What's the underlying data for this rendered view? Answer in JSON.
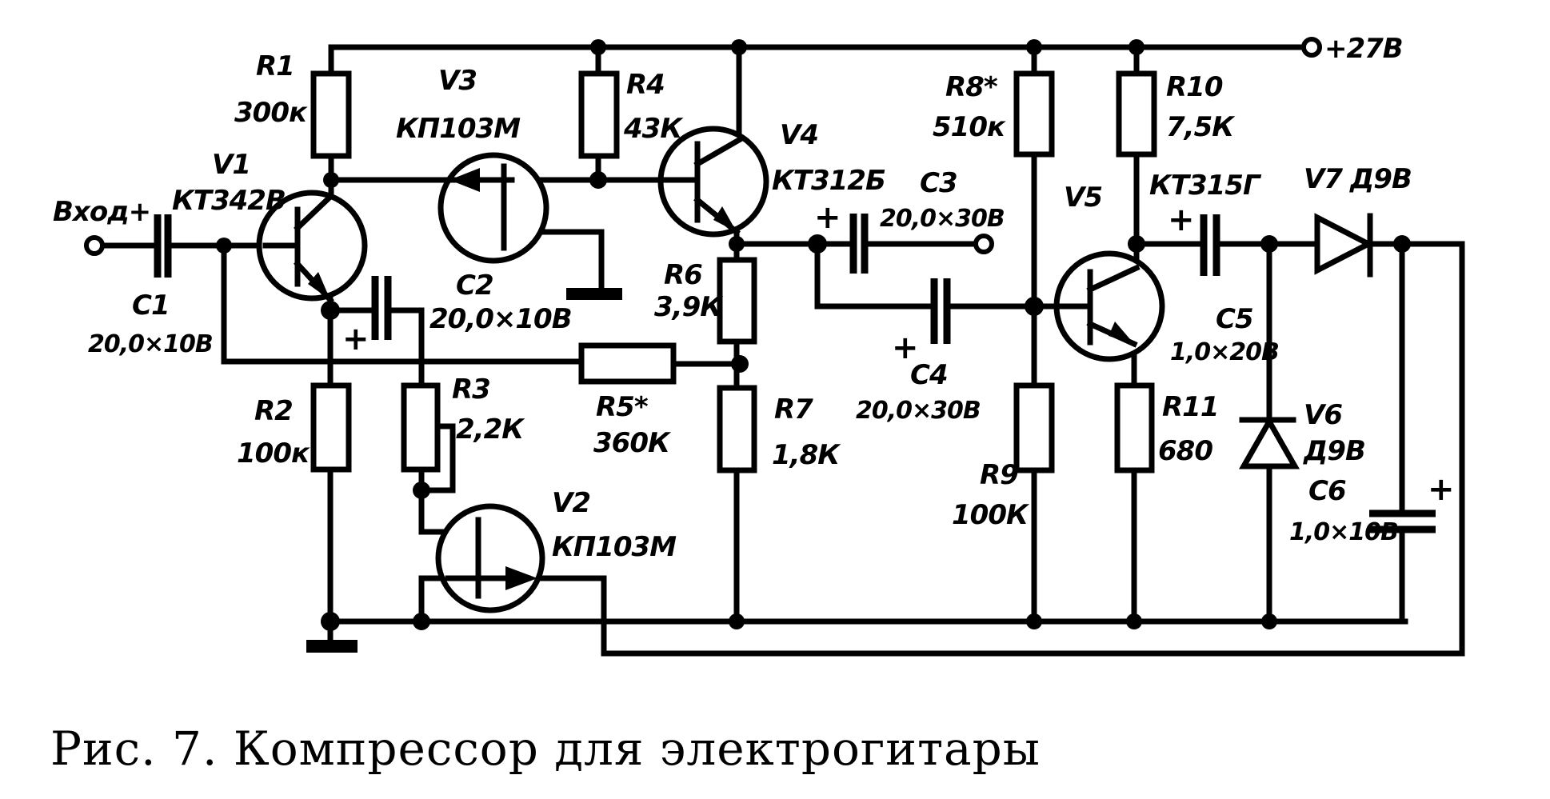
{
  "figure": {
    "caption": "Рис. 7. Компрессор для электрогитары",
    "diagram_type": "electronic-schematic",
    "colors": {
      "ink": "#000000",
      "background": "#ffffff"
    }
  },
  "terminals": {
    "input": "Вход+",
    "power": "+27В"
  },
  "components": {
    "R1": {
      "ref": "R1",
      "value": "300к"
    },
    "R2": {
      "ref": "R2",
      "value": "100к"
    },
    "R3": {
      "ref": "R3",
      "value": "2,2К"
    },
    "R4": {
      "ref": "R4",
      "value": "43К"
    },
    "R5": {
      "ref": "R5*",
      "value": "360К"
    },
    "R6": {
      "ref": "R6",
      "value": "3,9К"
    },
    "R7": {
      "ref": "R7",
      "value": "1,8К"
    },
    "R8": {
      "ref": "R8*",
      "value": "510к"
    },
    "R9": {
      "ref": "R9",
      "value": "100К"
    },
    "R10": {
      "ref": "R10",
      "value": "7,5К"
    },
    "R11": {
      "ref": "R11",
      "value": "680"
    },
    "C1": {
      "ref": "C1",
      "value": "20,0×10В"
    },
    "C2": {
      "ref": "C2",
      "value": "20,0×10В"
    },
    "C3": {
      "ref": "C3",
      "value": "20,0×30В"
    },
    "C4": {
      "ref": "C4",
      "value": "20,0×30В"
    },
    "C5": {
      "ref": "C5",
      "value": "1,0×20В"
    },
    "C6": {
      "ref": "C6",
      "value": "1,0×10В"
    },
    "V1": {
      "ref": "V1",
      "value": "КТ342В"
    },
    "V2": {
      "ref": "V2",
      "value": "КП103М"
    },
    "V3": {
      "ref": "V3",
      "value": "КП103М"
    },
    "V4": {
      "ref": "V4",
      "value": "КТ312Б"
    },
    "V5": {
      "ref": "V5",
      "value": "КТ315Г"
    },
    "V6": {
      "ref": "V6",
      "value": "Д9В"
    },
    "V7": {
      "ref": "V7",
      "value": "Д9В"
    }
  },
  "polarity_mark": "+"
}
